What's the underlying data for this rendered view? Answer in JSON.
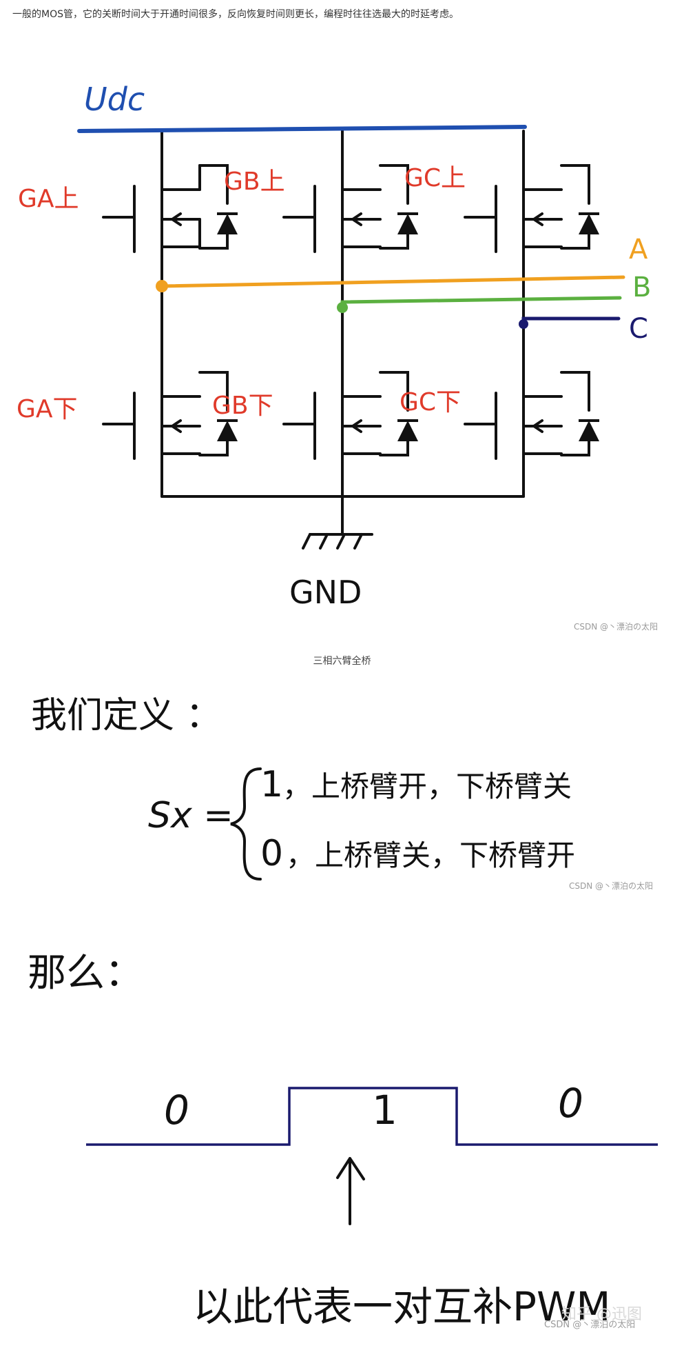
{
  "paragraph": "一般的MOS管，它的关断时间大于开通时间很多，反向恢复时间则更长，编程时往往选最大的时延考虑。",
  "figure1": {
    "supply_label": "Udc",
    "gate_labels": {
      "a_upper": "GA上",
      "b_upper": "GB上",
      "c_upper": "GC上",
      "a_lower": "GA下",
      "b_lower": "GB下",
      "c_lower": "GC下"
    },
    "phase_labels": {
      "a": "A",
      "b": "B",
      "c": "C"
    },
    "ground_label": "GND",
    "watermark": "CSDN @丶漂泊の太阳",
    "colors": {
      "udc": "#1f4fb0",
      "gate": "#e03a2a",
      "phase_a": "#f0a020",
      "phase_b": "#5bb040",
      "phase_c": "#1a1a6e"
    }
  },
  "caption": "三相六臂全桥",
  "figure2": {
    "heading": "我们定义 ：",
    "lhs": "Sx =",
    "case1_value": "1",
    "case1_text": "，上桥臂开，下桥臂关",
    "case0_value": "0",
    "case0_text": "，上桥臂关，下桥臂开",
    "watermark": "CSDN @丶漂泊の太阳"
  },
  "figure3": {
    "heading": "那么：",
    "levels": [
      "0",
      "1",
      "0"
    ],
    "note": "以此代表一对互补PWM",
    "watermark": "CSDN @丶漂泊の太阳",
    "watermark2": "知乎 @迅图"
  }
}
